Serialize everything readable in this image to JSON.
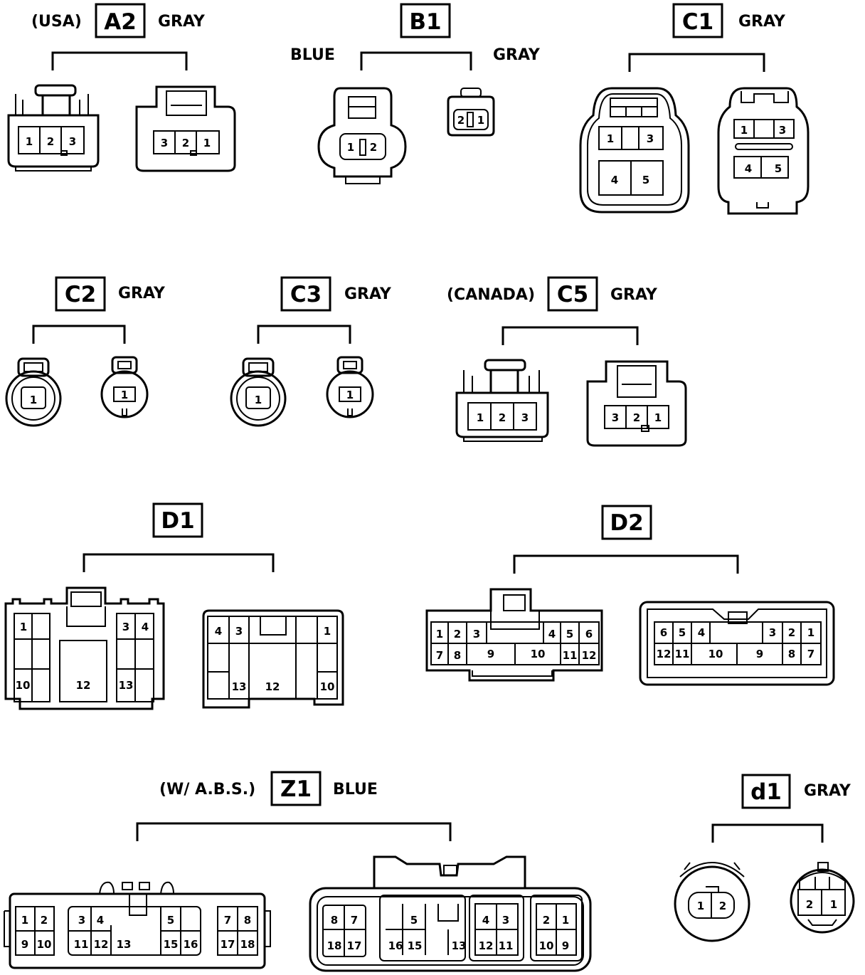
{
  "connectors": {
    "a2": {
      "prefix": "(USA)",
      "code": "A2",
      "color": "GRAY",
      "left_pins": [
        "1",
        "2",
        "3"
      ],
      "right_pins": [
        "3",
        "2",
        "1"
      ]
    },
    "b1": {
      "color_left": "BLUE",
      "code": "B1",
      "color_right": "GRAY",
      "left_pins": [
        "1",
        "2"
      ],
      "right_pins": [
        "2",
        "1"
      ]
    },
    "c1": {
      "code": "C1",
      "color": "GRAY",
      "left_pins": [
        "1",
        "3",
        "4",
        "5"
      ],
      "right_pins": [
        "1",
        "3",
        "4",
        "5"
      ]
    },
    "c2": {
      "code": "C2",
      "color": "GRAY",
      "left_pins": [
        "1"
      ],
      "right_pins": [
        "1"
      ]
    },
    "c3": {
      "code": "C3",
      "color": "GRAY",
      "left_pins": [
        "1"
      ],
      "right_pins": [
        "1"
      ]
    },
    "c5": {
      "prefix": "(CANADA)",
      "code": "C5",
      "color": "GRAY",
      "left_pins": [
        "1",
        "2",
        "3"
      ],
      "right_pins": [
        "3",
        "2",
        "1"
      ]
    },
    "d1": {
      "code": "D1",
      "left_pins": [
        "1",
        "3",
        "4",
        "10",
        "12",
        "13"
      ],
      "right_pins": [
        "4",
        "3",
        "1",
        "13",
        "12",
        "10"
      ]
    },
    "d2": {
      "code": "D2",
      "left_pins": [
        "1",
        "2",
        "3",
        "4",
        "5",
        "6",
        "7",
        "8",
        "9",
        "10",
        "11",
        "12"
      ],
      "right_pins": [
        "6",
        "5",
        "4",
        "3",
        "2",
        "1",
        "12",
        "11",
        "10",
        "9",
        "8",
        "7"
      ]
    },
    "z1": {
      "prefix": "(W/ A.B.S.)",
      "code": "Z1",
      "color": "BLUE",
      "left_pins": [
        "1",
        "2",
        "9",
        "10",
        "3",
        "4",
        "11",
        "12",
        "13",
        "5",
        "15",
        "16",
        "7",
        "8",
        "17",
        "18"
      ],
      "right_pins": [
        "8",
        "7",
        "18",
        "17",
        "5",
        "16",
        "15",
        "13",
        "4",
        "3",
        "12",
        "11",
        "2",
        "1",
        "10",
        "9"
      ]
    },
    "d1_small": {
      "code": "d1",
      "color": "GRAY",
      "left_pins": [
        "1",
        "2"
      ],
      "right_pins": [
        "2",
        "1"
      ]
    }
  }
}
